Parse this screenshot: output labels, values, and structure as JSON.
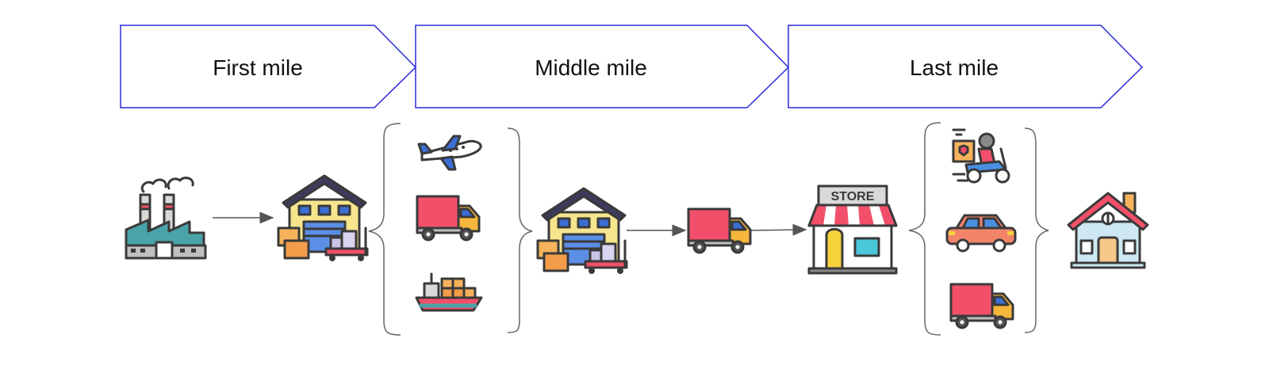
{
  "stages": [
    {
      "label": "First mile"
    },
    {
      "label": "Middle mile"
    },
    {
      "label": "Last mile"
    }
  ],
  "store_sign": "STORE",
  "colors": {
    "chevron_stroke": "#2b2bdc",
    "arrow": "#555555",
    "brace": "#666666",
    "truck_red": "#f2506a",
    "cab_blue": "#3b6fd6",
    "cab_yellow": "#f6b73c",
    "warehouse_wall": "#f6e58d",
    "roof": "#3d3a5c"
  },
  "icons": [
    "factory-icon",
    "warehouse-icon",
    "airplane-icon",
    "truck-icon",
    "ship-icon",
    "store-icon",
    "scooter-courier-icon",
    "car-icon",
    "house-icon"
  ]
}
